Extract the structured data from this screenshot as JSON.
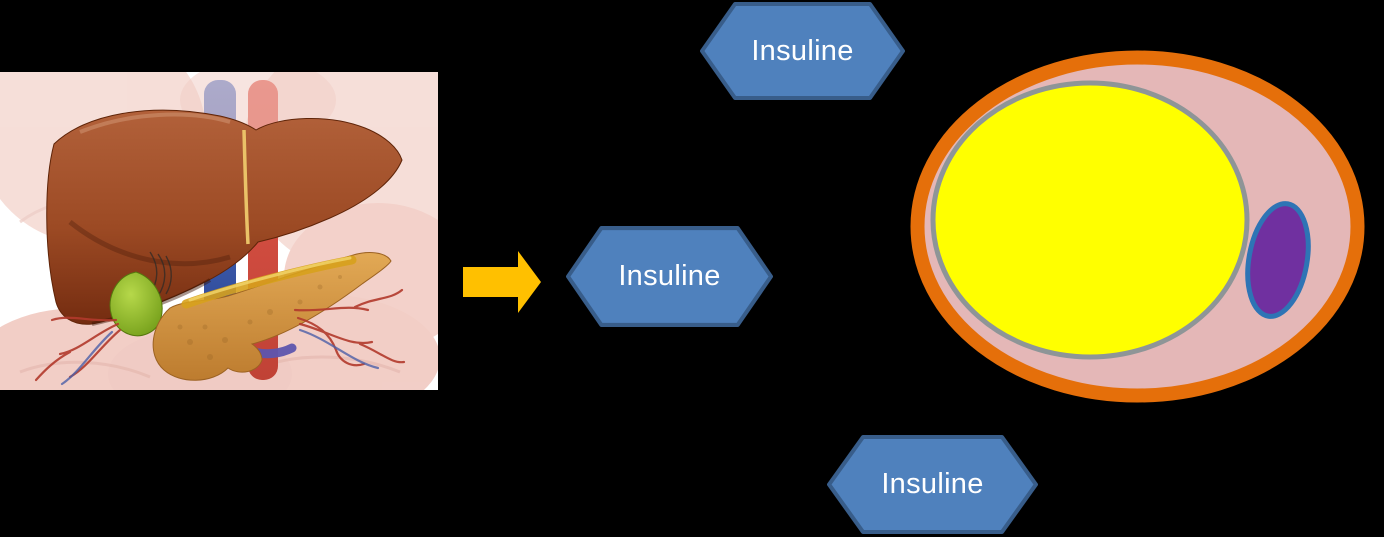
{
  "background_color": "#000000",
  "hexagons": {
    "style": {
      "fill": "#4F81BD",
      "border": "#385D8A",
      "text_color": "#FFFFFF"
    },
    "items": [
      {
        "label": "Insuline"
      },
      {
        "label": "Insuline"
      },
      {
        "label": "Insuline"
      }
    ]
  },
  "arrow": {
    "color": "#FFC000",
    "direction": "right"
  },
  "fat_cell": {
    "membrane_color": "#E56F0A",
    "cytoplasm_color": "#E4B7B7",
    "lipid_droplet_color": "#FFFF00",
    "lipid_droplet_border_color": "#8E9597",
    "nucleus_color": "#7030A0",
    "nucleus_border_color": "#2E74B5"
  },
  "anatomy_image": {
    "alt": "Anatomical illustration of the liver, gallbladder and pancreas with faded surrounding organs"
  }
}
